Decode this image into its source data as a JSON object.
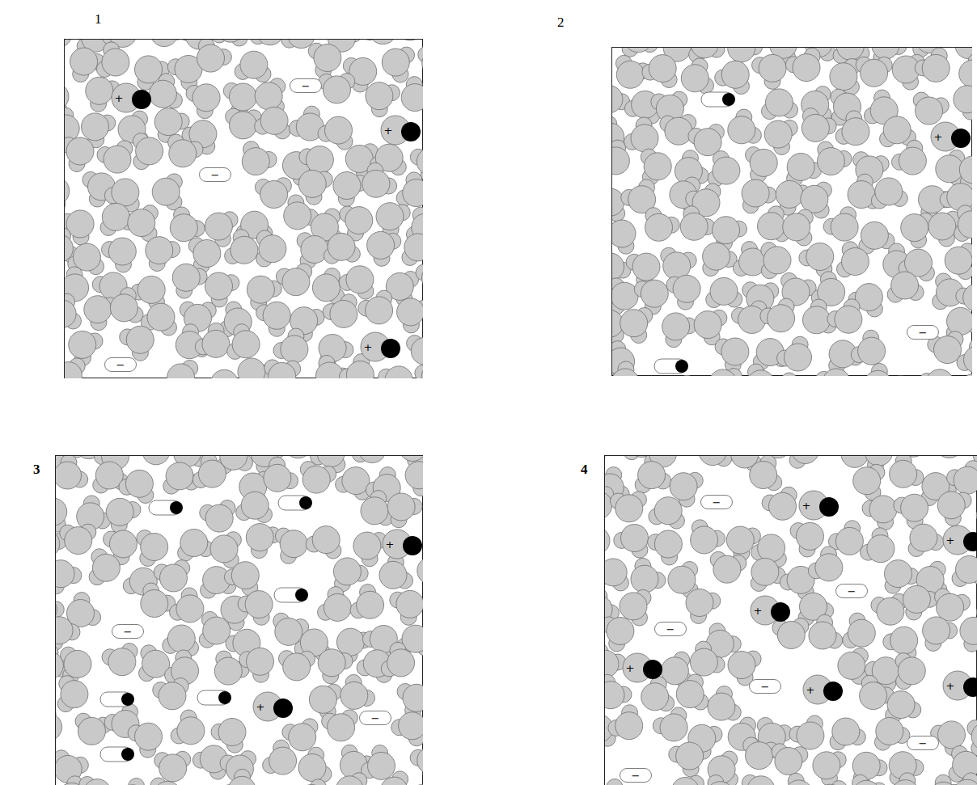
{
  "diagram": {
    "nodes": [
      {
        "text": [
          "1"
        ]
      },
      {
        "text": [
          "+"
        ],
        "in": 0
      },
      {
        "text": [
          "+"
        ],
        "in": 0
      },
      {
        "text": [
          "+"
        ],
        "in": 0
      },
      {
        "text": [
          "−"
        ],
        "in": 0
      },
      {
        "text": [
          "−"
        ],
        "in": 0
      },
      {
        "text": [
          "−"
        ],
        "in": 0
      },
      {
        "text": [
          "2"
        ]
      },
      {
        "text": [
          "+"
        ],
        "in": 7
      },
      {
        "text": [
          "−"
        ],
        "in": 7
      },
      {
        "text": [
          "3"
        ]
      },
      {
        "text": [
          "+"
        ],
        "in": 10
      },
      {
        "text": [
          "+"
        ],
        "in": 10
      },
      {
        "text": [
          "−"
        ],
        "in": 10
      },
      {
        "text": [
          "−"
        ],
        "in": 10
      },
      {
        "text": [
          "4"
        ]
      },
      {
        "text": [
          "+"
        ],
        "in": 15
      },
      {
        "text": [
          "+"
        ],
        "in": 15
      },
      {
        "text": [
          "+"
        ],
        "in": 15
      },
      {
        "text": [
          "+"
        ],
        "in": 15
      },
      {
        "text": [
          "+"
        ],
        "in": 15
      },
      {
        "text": [
          "+"
        ],
        "in": 15
      },
      {
        "text": [
          "−"
        ],
        "in": 15
      },
      {
        "text": [
          "−"
        ],
        "in": 15
      },
      {
        "text": [
          "−"
        ],
        "in": 15
      },
      {
        "text": [
          "−"
        ],
        "in": 15
      },
      {
        "text": [
          "−"
        ],
        "in": 15
      },
      {
        "text": [
          "−"
        ],
        "in": 15
      }
    ]
  }
}
